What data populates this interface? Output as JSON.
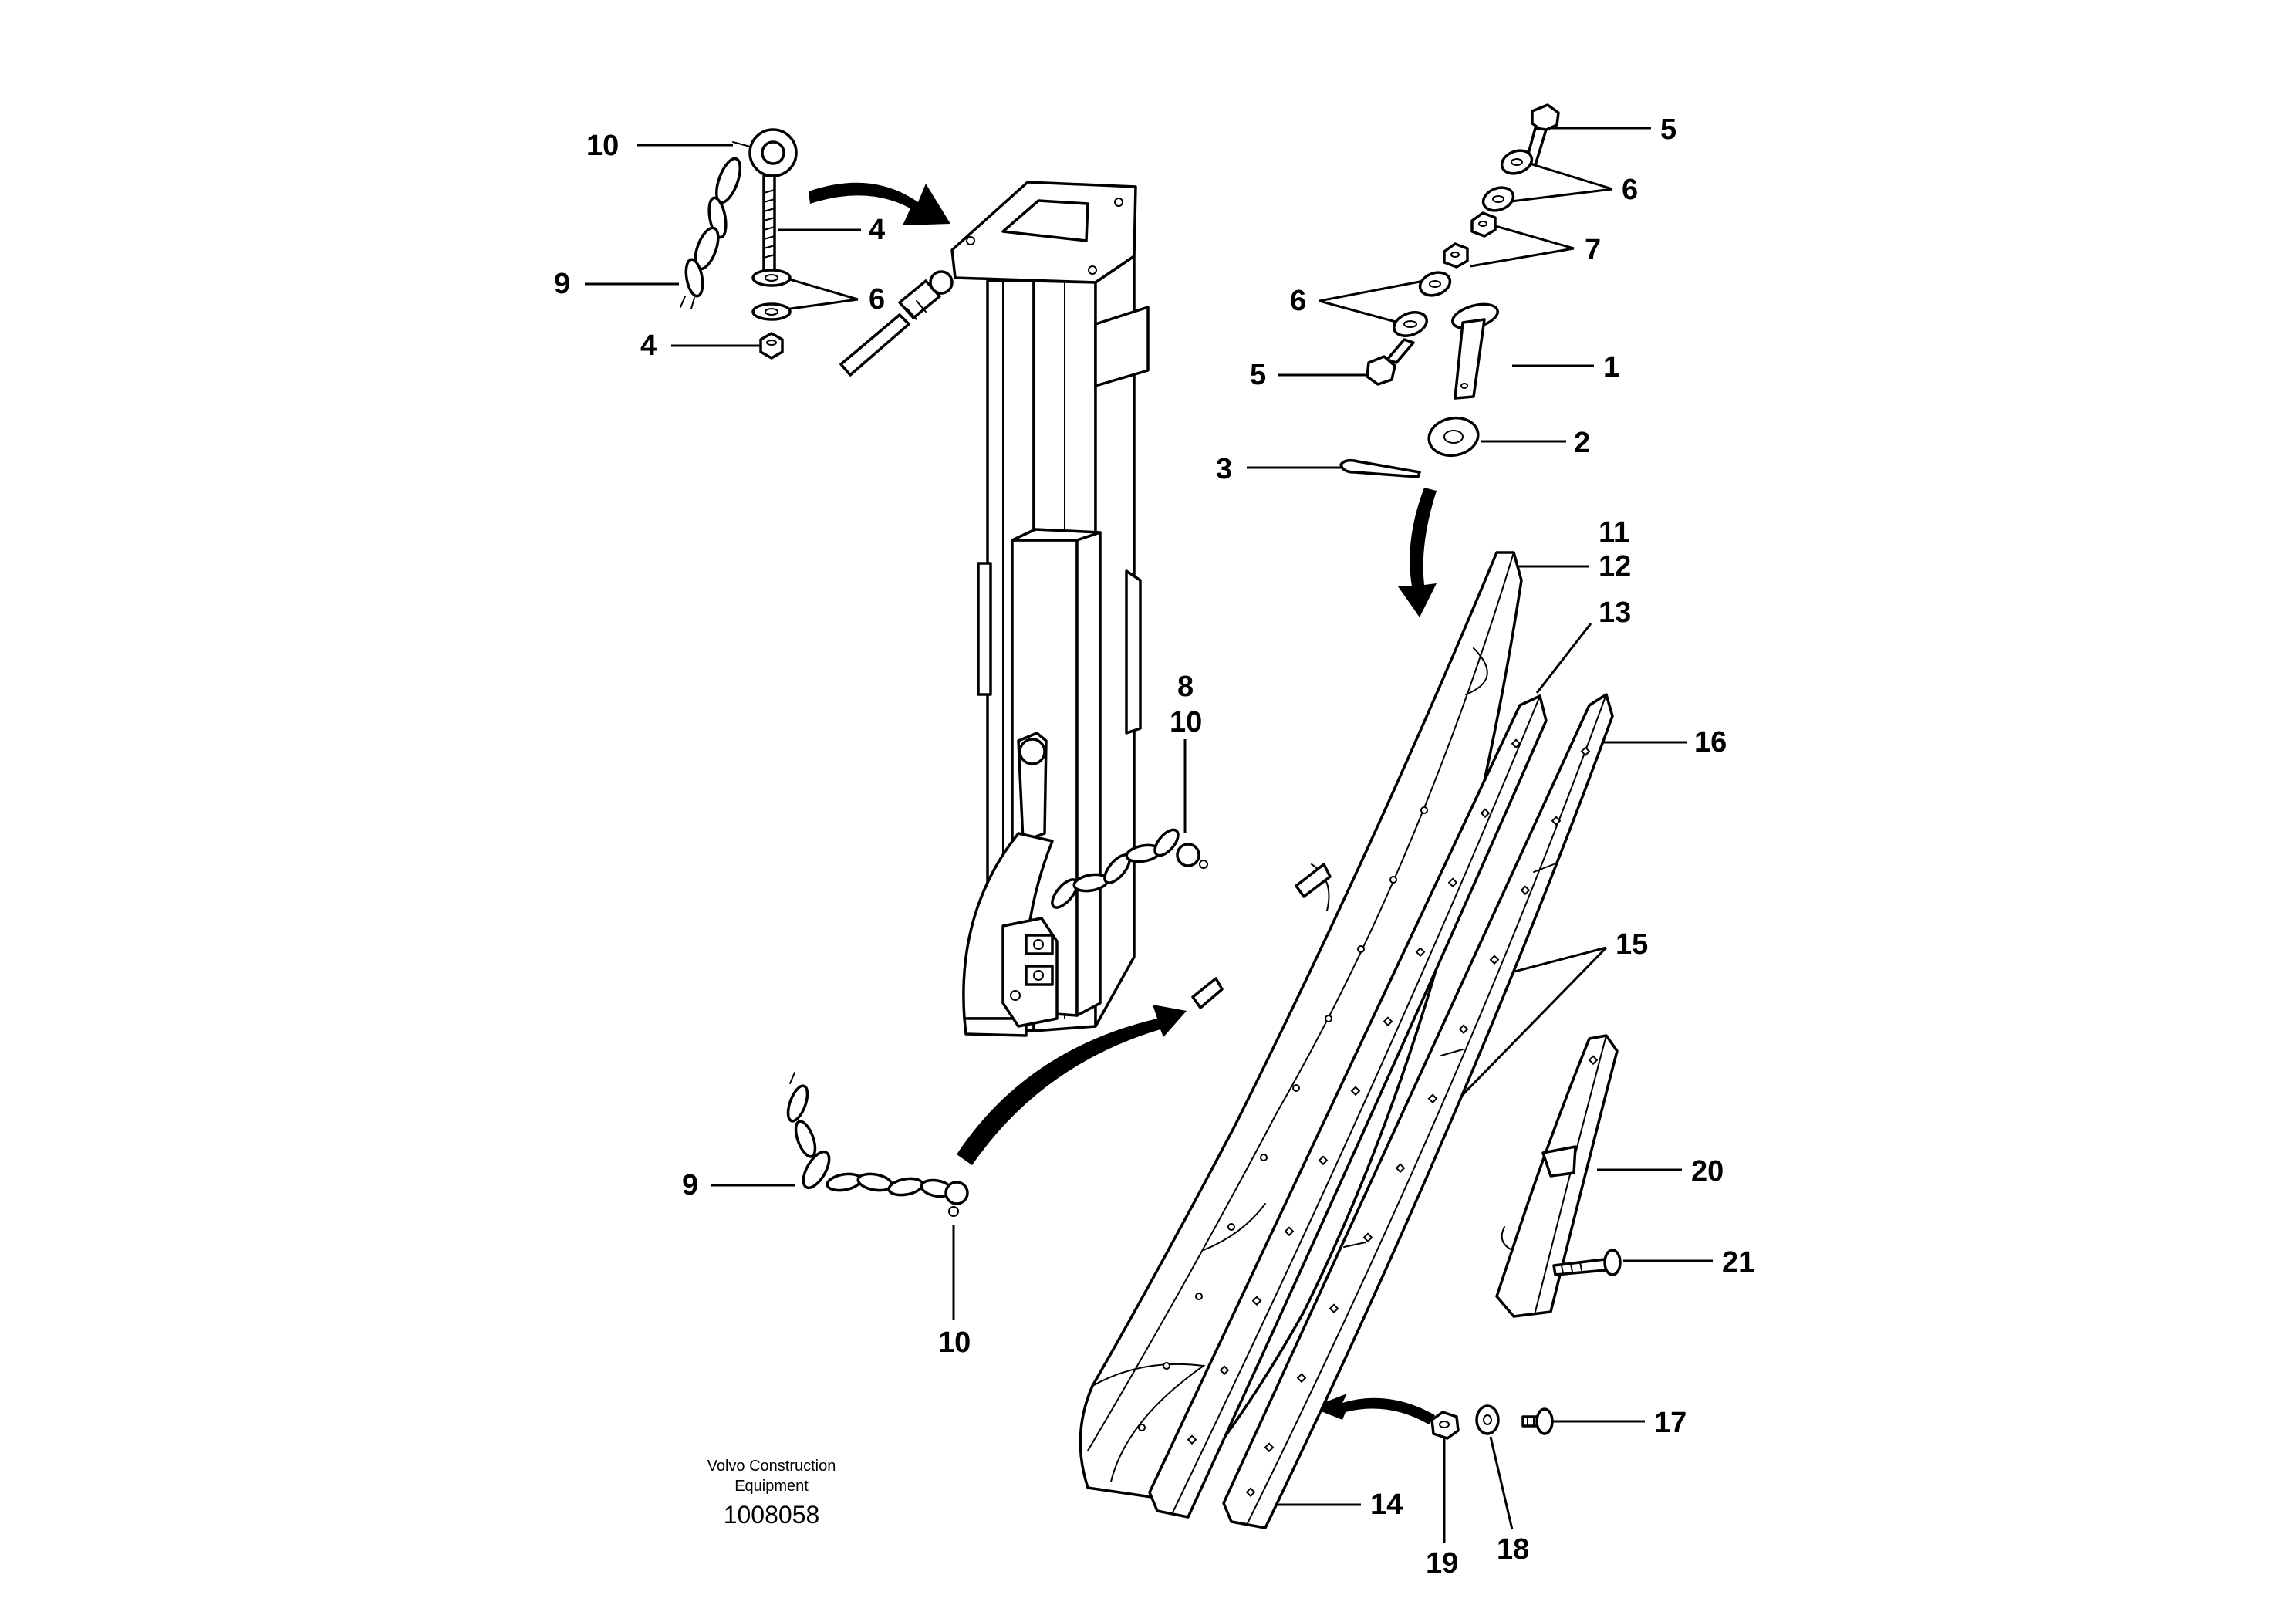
{
  "diagram": {
    "callouts": [
      {
        "id": "c10-top",
        "text": "10"
      },
      {
        "id": "c4-bolt",
        "text": "4"
      },
      {
        "id": "c9-top",
        "text": "9"
      },
      {
        "id": "c6-left",
        "text": "6"
      },
      {
        "id": "c4-nut",
        "text": "4"
      },
      {
        "id": "c5-top",
        "text": "5"
      },
      {
        "id": "c6-right",
        "text": "6"
      },
      {
        "id": "c7",
        "text": "7"
      },
      {
        "id": "c6-mid",
        "text": "6"
      },
      {
        "id": "c5-mid",
        "text": "5"
      },
      {
        "id": "c1",
        "text": "1"
      },
      {
        "id": "c2",
        "text": "2"
      },
      {
        "id": "c3",
        "text": "3"
      },
      {
        "id": "c11",
        "text": "11"
      },
      {
        "id": "c12",
        "text": "12"
      },
      {
        "id": "c13",
        "text": "13"
      },
      {
        "id": "c8",
        "text": "8"
      },
      {
        "id": "c10-mid",
        "text": "10"
      },
      {
        "id": "c16",
        "text": "16"
      },
      {
        "id": "c15",
        "text": "15"
      },
      {
        "id": "c20",
        "text": "20"
      },
      {
        "id": "c9-bot",
        "text": "9"
      },
      {
        "id": "c21",
        "text": "21"
      },
      {
        "id": "c10-bot",
        "text": "10"
      },
      {
        "id": "c17",
        "text": "17"
      },
      {
        "id": "c14",
        "text": "14"
      },
      {
        "id": "c19",
        "text": "19"
      },
      {
        "id": "c18",
        "text": "18"
      }
    ],
    "credit_line1": "Volvo Construction",
    "credit_line2": "Equipment",
    "doc_number": "1008058"
  }
}
